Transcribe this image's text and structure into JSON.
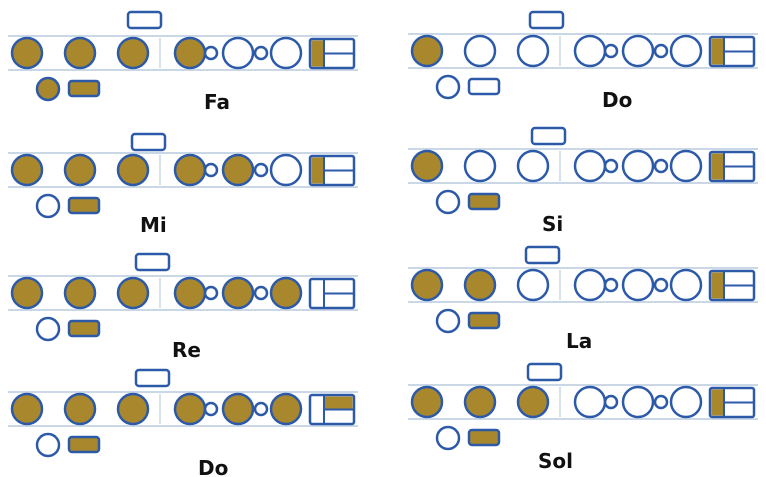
{
  "colors": {
    "outline": "#2c5aa8",
    "filled": "#a8872d",
    "staff": "#c9d7e6",
    "label": "#111111"
  },
  "charts": [
    {
      "note": "Fa",
      "holes": [
        1,
        1,
        1,
        1,
        0,
        0,
        0,
        0
      ],
      "thumb": 1,
      "thumb_key": 1,
      "right_key": [
        1,
        0,
        0
      ]
    },
    {
      "note": "Do",
      "holes": [
        1,
        0,
        0,
        0,
        0,
        0,
        0,
        0
      ],
      "thumb": 0,
      "thumb_key": 0,
      "right_key": [
        1,
        0,
        0
      ]
    },
    {
      "note": "Mi",
      "holes": [
        1,
        1,
        1,
        1,
        0,
        1,
        0,
        0
      ],
      "thumb": 0,
      "thumb_key": 1,
      "right_key": [
        1,
        0,
        0
      ]
    },
    {
      "note": "Si",
      "holes": [
        1,
        0,
        0,
        0,
        0,
        0,
        0,
        0
      ],
      "thumb": 0,
      "thumb_key": 1,
      "right_key": [
        1,
        0,
        0
      ]
    },
    {
      "note": "Re",
      "holes": [
        1,
        1,
        1,
        1,
        0,
        1,
        0,
        1
      ],
      "thumb": 0,
      "thumb_key": 1,
      "right_key": [
        0,
        0,
        0
      ]
    },
    {
      "note": "La",
      "holes": [
        1,
        1,
        0,
        0,
        0,
        0,
        0,
        0
      ],
      "thumb": 0,
      "thumb_key": 1,
      "right_key": [
        1,
        0,
        0
      ]
    },
    {
      "note": "Do",
      "holes": [
        1,
        1,
        1,
        1,
        0,
        1,
        0,
        1
      ],
      "thumb": 0,
      "thumb_key": 1,
      "right_key": [
        0,
        1,
        0
      ]
    },
    {
      "note": "Sol",
      "holes": [
        1,
        1,
        1,
        0,
        0,
        0,
        0,
        0
      ],
      "thumb": 0,
      "thumb_key": 1,
      "right_key": [
        1,
        0,
        0
      ]
    }
  ]
}
